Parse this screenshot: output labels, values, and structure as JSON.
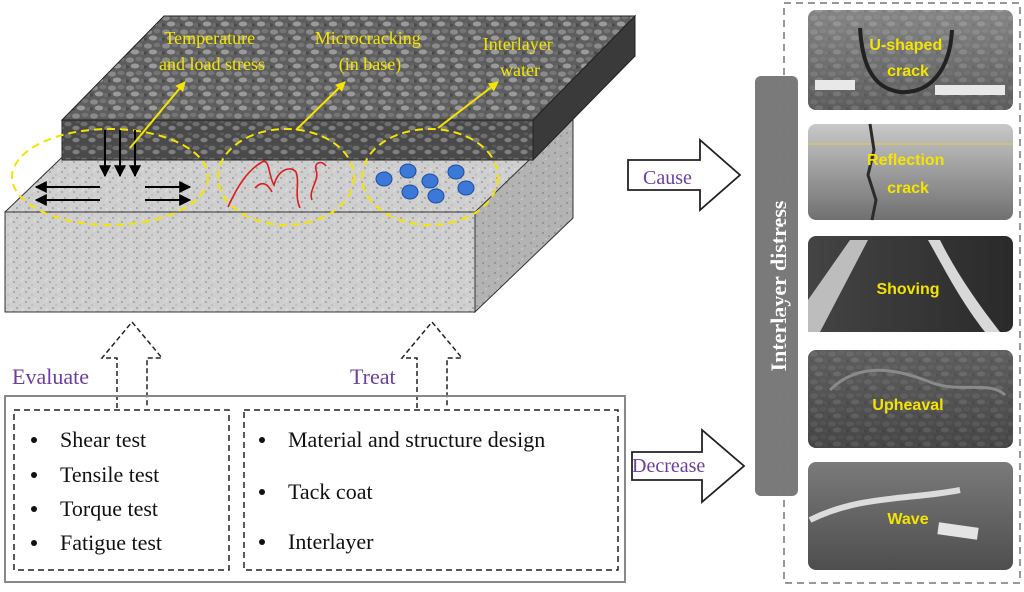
{
  "block_labels": {
    "temperature": [
      "Temperature",
      "and load stress"
    ],
    "microcracking": [
      "Microcracking",
      "(in base)"
    ],
    "water": [
      "Interlayer",
      "water"
    ]
  },
  "arrows": {
    "cause": "Cause",
    "decrease": "Decrease",
    "evaluate": "Evaluate",
    "treat": "Treat"
  },
  "evaluate_items": [
    "Shear test",
    "Tensile test",
    "Torque test",
    "Fatigue test"
  ],
  "treat_items": [
    "Material and structure design",
    "Tack coat",
    "Interlayer"
  ],
  "distress_title": "Interlayer distress",
  "distress_photos": [
    {
      "label": [
        "U-shaped",
        "crack"
      ]
    },
    {
      "label": [
        "Reflection",
        "crack"
      ]
    },
    {
      "label": [
        "Shoving"
      ]
    },
    {
      "label": [
        "Upheaval"
      ]
    },
    {
      "label": [
        "Wave"
      ]
    }
  ],
  "colors": {
    "label_yellow": "#f5e400",
    "arrow_text_purple": "#6a3fa0",
    "crack_red": "#d61f1f",
    "water_blue": "#3b78d8",
    "distress_bar": "#7a7a7a"
  }
}
